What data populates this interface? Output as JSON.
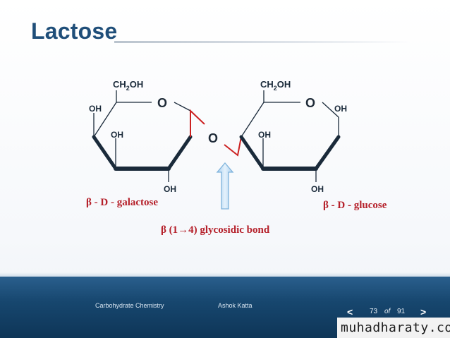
{
  "slide": {
    "title": "Lactose",
    "diagram": {
      "galactose": {
        "ch2oh_main": "CH",
        "ch2oh_sub": "2",
        "ch2oh_tail": "OH",
        "ring_oxygen": "O",
        "oh_c4": "OH",
        "oh_c3": "OH",
        "oh_c2": "OH",
        "name": "β - D - galactose"
      },
      "bridge_oxygen": "O",
      "glucose": {
        "ch2oh_main": "CH",
        "ch2oh_sub": "2",
        "ch2oh_tail": "OH",
        "ring_oxygen": "O",
        "oh_c1": "OH",
        "oh_c3": "OH",
        "oh_c2": "OH",
        "name": "β - D - glucose"
      },
      "bond_label": "β (1→4) glycosidic bond"
    },
    "colors": {
      "title": "#1f4e79",
      "bond_red": "#cc2222",
      "label_red": "#b5202a",
      "ring_dark": "#1a2a3a",
      "arrow_fill": "#cfe6f7",
      "footer": "#17476f"
    }
  },
  "footer": {
    "course": "Carbohydrate Chemistry",
    "author": "Ashok Katta",
    "prev_icon": "<",
    "page_current": "73",
    "page_of": "of",
    "page_total": "91",
    "next_icon": ">"
  },
  "watermark": "muhadharaty.com"
}
